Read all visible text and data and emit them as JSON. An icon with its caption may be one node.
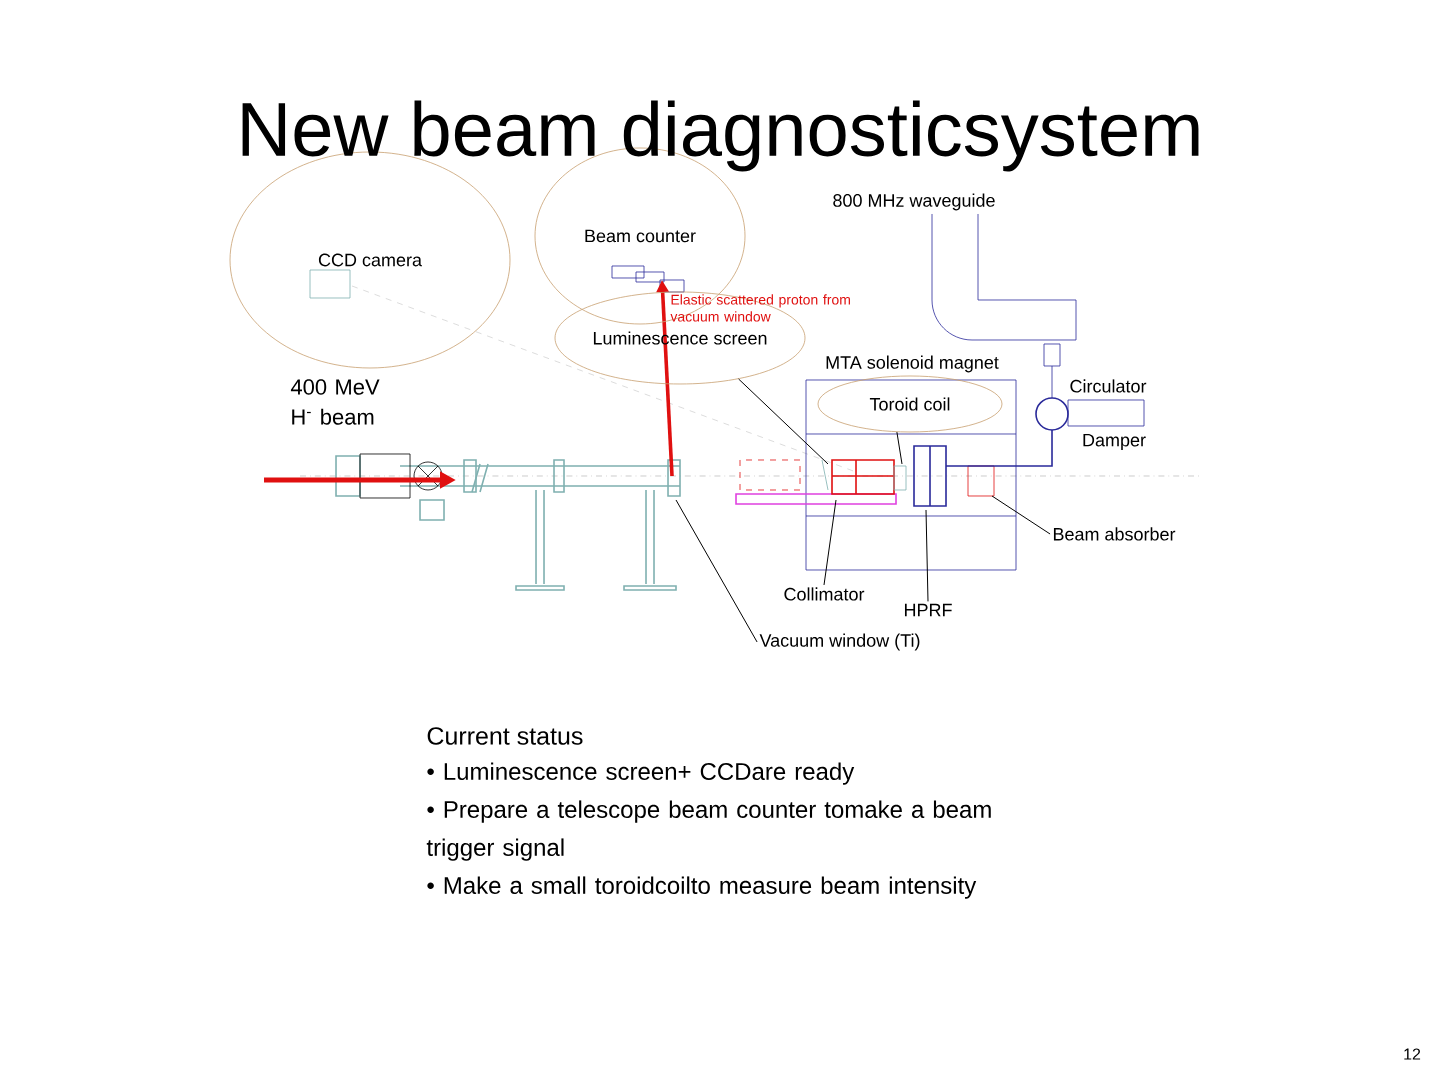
{
  "diagram": {
    "title": "New beam diagnosticsystem",
    "nodes": [
      {
        "text": [
          "CCD camera"
        ]
      },
      {
        "text": [
          "Beam counter"
        ]
      },
      {
        "text": [
          "Luminescence screen"
        ]
      },
      {
        "text": [
          "Toroid coil"
        ]
      },
      {
        "text": [
          "Collimator"
        ]
      },
      {
        "text": [
          "Vacuum window (Ti)"
        ]
      },
      {
        "text": [
          "HPRF"
        ]
      },
      {
        "text": [
          "Beam absorber"
        ]
      }
    ],
    "edges": [
      {
        "from": 2,
        "to": null,
        "arrow": "none"
      },
      {
        "from": 3,
        "to": null,
        "arrow": "none"
      },
      {
        "from": 4,
        "to": null,
        "arrow": "none"
      },
      {
        "from": 5,
        "to": null,
        "arrow": "none"
      },
      {
        "from": 6,
        "to": null,
        "arrow": "none"
      },
      {
        "from": 7,
        "to": null,
        "arrow": "none"
      }
    ],
    "labels": [
      "800 MHz waveguide",
      "Elastic scattered proton from vacuum window",
      "400 MeV H$^{-}$ beam",
      "MTA solenoid magnet",
      "Circulator",
      "Damper",
      "Current status",
      "• Luminescence screen+ CCDare ready",
      "• Prepare a telescope beam counter tomake a beam trigger signal",
      "• Make a small toroidcoilto measure beam intensity",
      "12"
    ]
  }
}
